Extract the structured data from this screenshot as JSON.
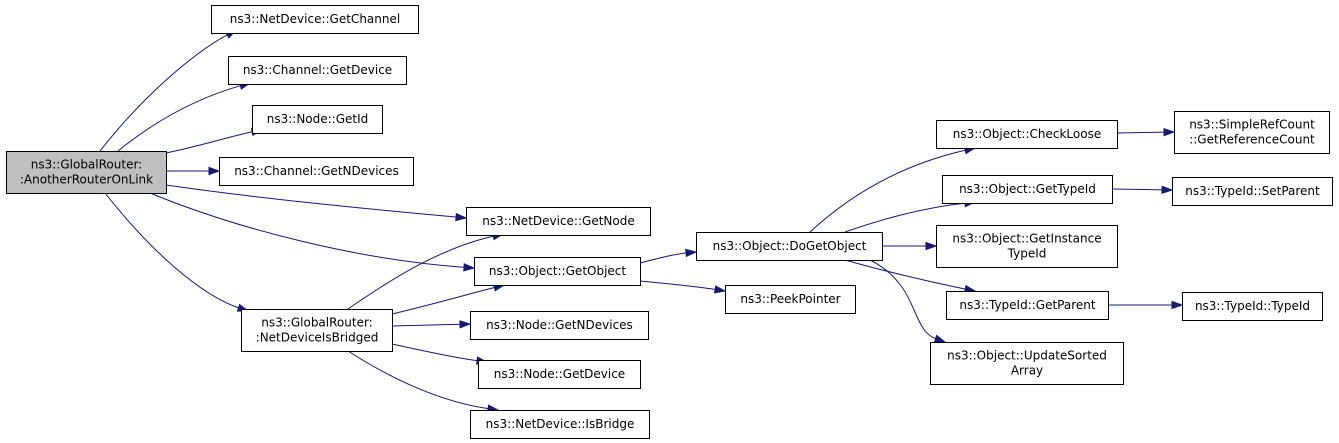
{
  "nodes": [
    {
      "id": "n0",
      "lines": [
        "ns3::GlobalRouter:",
        ":AnotherRouterOnLink"
      ],
      "root": true
    },
    {
      "id": "n1",
      "lines": [
        "ns3::NetDevice::GetChannel"
      ]
    },
    {
      "id": "n2",
      "lines": [
        "ns3::Channel::GetDevice"
      ]
    },
    {
      "id": "n3",
      "lines": [
        "ns3::Node::GetId"
      ]
    },
    {
      "id": "n4",
      "lines": [
        "ns3::Channel::GetNDevices"
      ]
    },
    {
      "id": "n5",
      "lines": [
        "ns3::NetDevice::GetNode"
      ]
    },
    {
      "id": "n6",
      "lines": [
        "ns3::Object::GetObject"
      ]
    },
    {
      "id": "n7",
      "lines": [
        "ns3::GlobalRouter:",
        ":NetDeviceIsBridged"
      ]
    },
    {
      "id": "n8",
      "lines": [
        "ns3::Node::GetNDevices"
      ]
    },
    {
      "id": "n9",
      "lines": [
        "ns3::Node::GetDevice"
      ]
    },
    {
      "id": "n10",
      "lines": [
        "ns3::NetDevice::IsBridge"
      ]
    },
    {
      "id": "n11",
      "lines": [
        "ns3::Object::DoGetObject"
      ]
    },
    {
      "id": "n12",
      "lines": [
        "ns3::PeekPointer"
      ]
    },
    {
      "id": "n13",
      "lines": [
        "ns3::Object::CheckLoose"
      ]
    },
    {
      "id": "n14",
      "lines": [
        "ns3::Object::GetTypeId"
      ]
    },
    {
      "id": "n15",
      "lines": [
        "ns3::Object::GetInstance",
        "TypeId"
      ]
    },
    {
      "id": "n16",
      "lines": [
        "ns3::TypeId::GetParent"
      ]
    },
    {
      "id": "n17",
      "lines": [
        "ns3::Object::UpdateSorted",
        "Array"
      ]
    },
    {
      "id": "n18",
      "lines": [
        "ns3::SimpleRefCount",
        "::GetReferenceCount"
      ]
    },
    {
      "id": "n19",
      "lines": [
        "ns3::TypeId::SetParent"
      ]
    },
    {
      "id": "n20",
      "lines": [
        "ns3::TypeId::TypeId"
      ]
    }
  ],
  "edges": [
    {
      "from": "n0",
      "to": "n1"
    },
    {
      "from": "n0",
      "to": "n2"
    },
    {
      "from": "n0",
      "to": "n3"
    },
    {
      "from": "n0",
      "to": "n4"
    },
    {
      "from": "n0",
      "to": "n5"
    },
    {
      "from": "n0",
      "to": "n6"
    },
    {
      "from": "n0",
      "to": "n7"
    },
    {
      "from": "n7",
      "to": "n5"
    },
    {
      "from": "n7",
      "to": "n6"
    },
    {
      "from": "n7",
      "to": "n8"
    },
    {
      "from": "n7",
      "to": "n9"
    },
    {
      "from": "n7",
      "to": "n10"
    },
    {
      "from": "n6",
      "to": "n11"
    },
    {
      "from": "n6",
      "to": "n12"
    },
    {
      "from": "n11",
      "to": "n13"
    },
    {
      "from": "n11",
      "to": "n14"
    },
    {
      "from": "n11",
      "to": "n15"
    },
    {
      "from": "n11",
      "to": "n16"
    },
    {
      "from": "n11",
      "to": "n17"
    },
    {
      "from": "n13",
      "to": "n18"
    },
    {
      "from": "n14",
      "to": "n19"
    },
    {
      "from": "n16",
      "to": "n20"
    }
  ],
  "colors": {
    "edge": "#191970",
    "root_fill": "#bfbfbf",
    "node_fill": "#ffffff",
    "node_border": "#000000"
  }
}
